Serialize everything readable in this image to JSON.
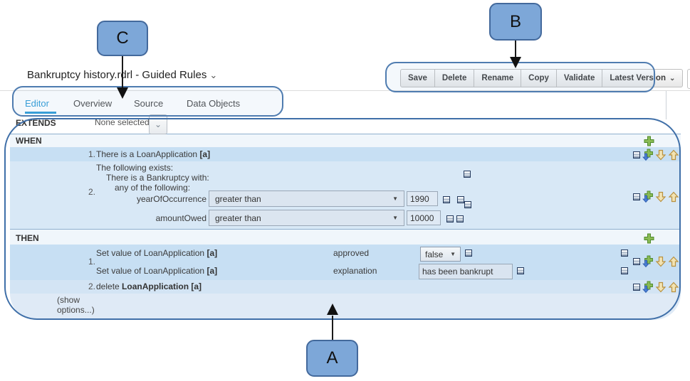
{
  "colors": {
    "accent_tab": "#2e9bd6",
    "annotation_fill": "#7da7d8",
    "annotation_border": "#43699c",
    "region_outline": "#4f7cb0",
    "row_highlight": "#c7dff3",
    "row_alternate": "#d8e8f6",
    "section_header_bg": "#f0f6fb",
    "footer_bg": "#dfeaf6"
  },
  "icons": {
    "chevron_down": "⌄",
    "select_arrow": "▼",
    "close": "✖"
  },
  "annotations": {
    "a": "A",
    "b": "B",
    "c": "C"
  },
  "header": {
    "title": "Bankruptcy history.rdrl - Guided Rules"
  },
  "toolbar": {
    "buttons": [
      "Save",
      "Delete",
      "Rename",
      "Copy",
      "Validate",
      "Latest Version"
    ]
  },
  "tabs": {
    "items": [
      "Editor",
      "Overview",
      "Source",
      "Data Objects"
    ],
    "active": "Editor"
  },
  "extends": {
    "label": "EXTENDS",
    "value": "None selected"
  },
  "when": {
    "label": "WHEN",
    "row1": {
      "num": "1.",
      "text": "There is a LoanApplication",
      "binding": "[a]"
    },
    "row2": {
      "num": "2.",
      "exists": [
        "The following exists:",
        "There is a Bankruptcy with:",
        "any of the following:"
      ],
      "conditions": [
        {
          "field": "yearOfOccurrence",
          "operator": "greater than",
          "value": "1990"
        },
        {
          "field": "amountOwed",
          "operator": "greater than",
          "value": "10000"
        }
      ]
    }
  },
  "then": {
    "label": "THEN",
    "row1": {
      "num": "1.",
      "actions": [
        {
          "text": "Set value of LoanApplication",
          "binding": "[a]",
          "field": "approved",
          "value": "false"
        },
        {
          "text": "Set value of LoanApplication",
          "binding": "[a]",
          "field": "explanation",
          "value": "has been bankrupt"
        }
      ]
    },
    "row2": {
      "num": "2.",
      "text": "delete",
      "target": "LoanApplication [a]"
    }
  },
  "footer": {
    "show_options": "(show options...)"
  }
}
